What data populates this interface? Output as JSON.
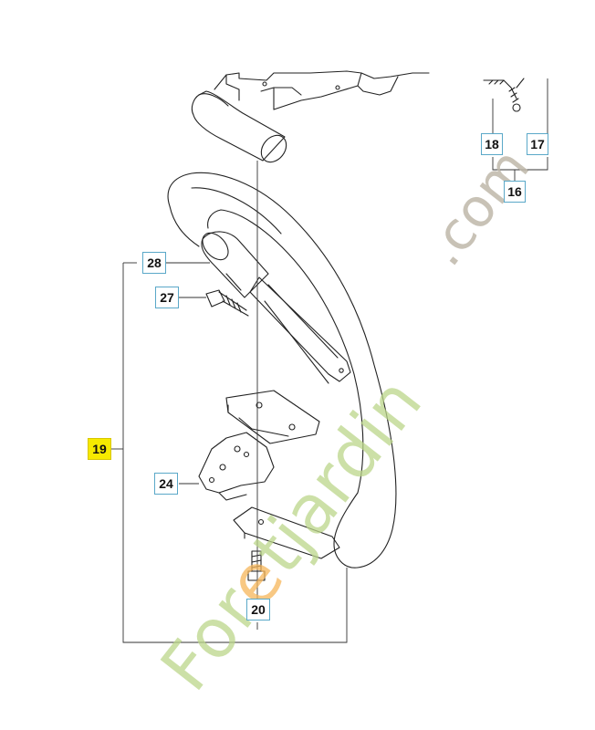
{
  "callouts": {
    "c16": "16",
    "c17": "17",
    "c18": "18",
    "c19": "19",
    "c20": "20",
    "c24": "24",
    "c27": "27",
    "c28": "28"
  },
  "watermark": {
    "part1": "For",
    "part2": "e",
    "part3": "tjardin",
    "part4": ".com"
  },
  "colors": {
    "callout_border": "#5aa8c8",
    "highlight": "#f6ea00",
    "watermark_green": "#bcd68a",
    "watermark_orange": "#f6b65a"
  }
}
